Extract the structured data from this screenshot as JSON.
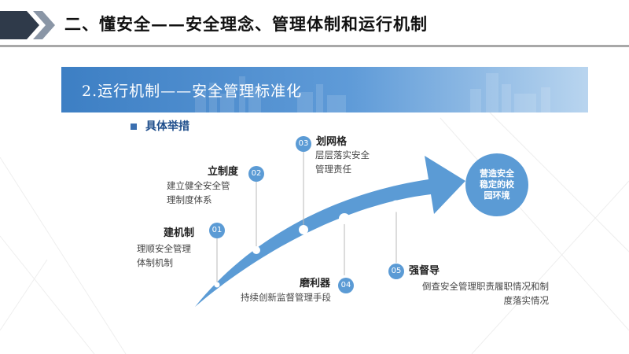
{
  "header": {
    "title": "二、懂安全——安全理念、管理体制和运行机制"
  },
  "banner": {
    "title": "2.运行机制——安全管理标准化"
  },
  "section": {
    "label": "具体举措"
  },
  "steps": [
    {
      "num": "01",
      "title": "建机制",
      "desc": [
        "理顺安全管理",
        "体制机制"
      ]
    },
    {
      "num": "02",
      "title": "立制度",
      "desc": [
        "建立健全安全管",
        "理制度体系"
      ]
    },
    {
      "num": "03",
      "title": "划网格",
      "desc": [
        "层层落实安全",
        "管理责任"
      ]
    },
    {
      "num": "04",
      "title": "磨利器",
      "desc": [
        "持续创新监督管理手段"
      ]
    },
    {
      "num": "05",
      "title": "强督导",
      "desc": [
        "倒查安全管理职责履职情况和制",
        "度落实情况"
      ]
    }
  ],
  "goal": {
    "text": "营造安全稳定的校园环境"
  },
  "colors": {
    "accent": "#5b9bd5",
    "header_dark": "#2f3a4a",
    "banner": "#3d7fc4"
  }
}
